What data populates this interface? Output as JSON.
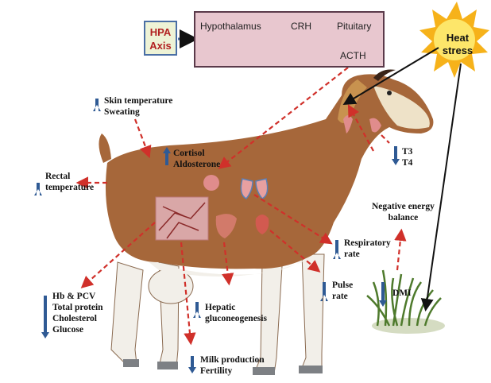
{
  "hpa_axis": {
    "label_line1": "HPA",
    "label_line2": "Axis"
  },
  "hpa_chain": {
    "hypothalamus": "Hypothalamus",
    "crh": "CRH",
    "pituitary": "Pituitary",
    "acth": "ACTH"
  },
  "heat_stress": {
    "line1": "Heat",
    "line2": "stress"
  },
  "effects": {
    "skin_line1": "Skin temperature",
    "skin_line2": "Sweating",
    "cortisol_line1": "Cortisol",
    "cortisol_line2": "Aldosterone",
    "rectal_line1": "Rectal",
    "rectal_line2": "temperature",
    "t3": "T3",
    "t4": "T4",
    "neb_line1": "Negative energy",
    "neb_line2": "balance",
    "resp_line1": "Respiratory",
    "resp_line2": "rate",
    "pulse_line1": "Pulse",
    "pulse_line2": "rate",
    "dmi": "DMI",
    "blood_line1": "Hb & PCV",
    "blood_line2": "Total protein",
    "blood_line3": "Cholesterol",
    "blood_line4": "Glucose",
    "hepatic_line1": "Hepatic",
    "hepatic_line2": "gluconeogenesis",
    "milk_line1": "Milk production",
    "milk_line2": "Fertility"
  },
  "colors": {
    "up_arrow": "#2f5a94",
    "down_arrow": "#2f5a94",
    "red_arrow": "#d0302a",
    "goat_brown": "#a6673a",
    "goat_white": "#f2efe9"
  }
}
